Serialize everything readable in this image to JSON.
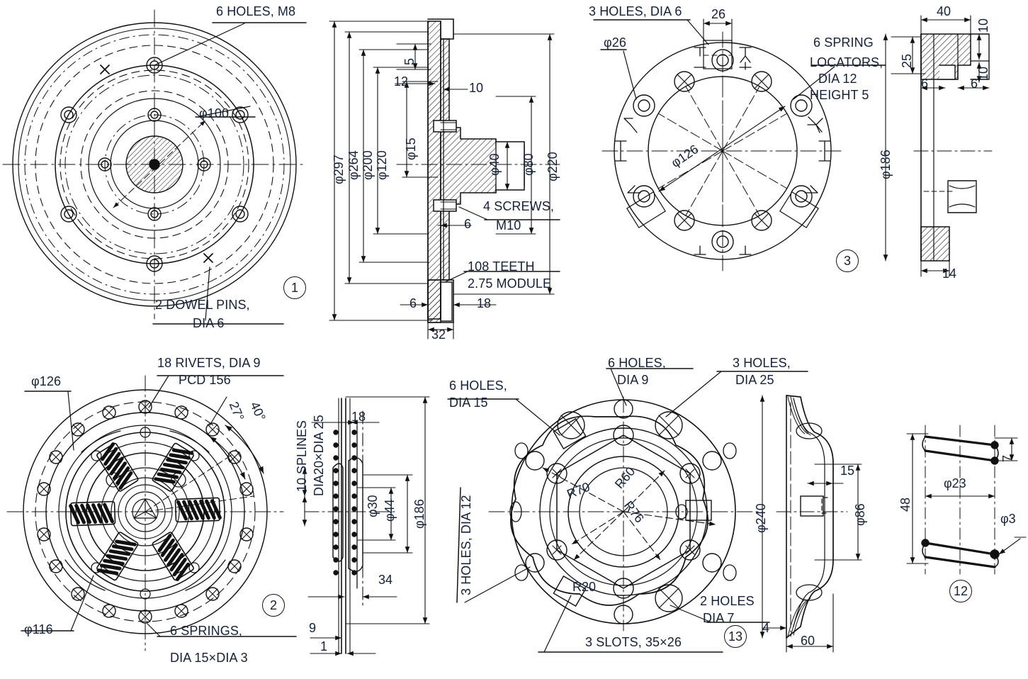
{
  "drawing": {
    "title": "Clutch assembly component detail drawing",
    "sheet_width": 1451,
    "sheet_height": 958,
    "line_color": "#111111",
    "text_color": "#14213a"
  },
  "views": [
    {
      "id": "1",
      "tag": "1",
      "name": "flywheel-front-view",
      "labels": [
        {
          "key": "holes_m8",
          "text": "6 HOLES, M8"
        },
        {
          "key": "dia100",
          "text": "φ100"
        },
        {
          "key": "dowel_l1",
          "text": "2 DOWEL PINS,"
        },
        {
          "key": "dowel_l2",
          "text": "DIA 6"
        }
      ]
    },
    {
      "id": "1s",
      "tag": "",
      "name": "flywheel-section-view",
      "labels": [
        {
          "key": "d297",
          "text": "φ297"
        },
        {
          "key": "d264",
          "text": "φ264"
        },
        {
          "key": "d200",
          "text": "φ200"
        },
        {
          "key": "d120",
          "text": "φ120"
        },
        {
          "key": "d15",
          "text": "φ15"
        },
        {
          "key": "d40",
          "text": "φ40"
        },
        {
          "key": "d80",
          "text": "φ80"
        },
        {
          "key": "d220",
          "text": "φ220"
        },
        {
          "key": "n5",
          "text": "5"
        },
        {
          "key": "n12",
          "text": "12"
        },
        {
          "key": "n10",
          "text": "10"
        },
        {
          "key": "n6a",
          "text": "6"
        },
        {
          "key": "n6b",
          "text": "6"
        },
        {
          "key": "n18",
          "text": "18"
        },
        {
          "key": "n32",
          "text": "32"
        },
        {
          "key": "screws1",
          "text": "4 SCREWS,"
        },
        {
          "key": "screws2",
          "text": "M10"
        },
        {
          "key": "teeth1",
          "text": "108 TEETH"
        },
        {
          "key": "teeth2",
          "text": "2.75 MODULE"
        }
      ]
    },
    {
      "id": "3",
      "tag": "3",
      "name": "pressure-plate-cover-front-view",
      "labels": [
        {
          "key": "holes6",
          "text": "3 HOLES, DIA 6"
        },
        {
          "key": "d26",
          "text": "φ26"
        },
        {
          "key": "n26",
          "text": "26"
        },
        {
          "key": "d126",
          "text": "φ126"
        },
        {
          "key": "loc1",
          "text": "6 SPRING"
        },
        {
          "key": "loc2",
          "text": "LOCATORS,"
        },
        {
          "key": "loc3",
          "text": "DIA 12"
        },
        {
          "key": "loc4",
          "text": "HEIGHT 5"
        }
      ]
    },
    {
      "id": "3s",
      "tag": "",
      "name": "pressure-plate-cover-section-view",
      "labels": [
        {
          "key": "n40",
          "text": "40"
        },
        {
          "key": "n10a",
          "text": "10"
        },
        {
          "key": "n10b",
          "text": "10"
        },
        {
          "key": "n25",
          "text": "25"
        },
        {
          "key": "n6a",
          "text": "6"
        },
        {
          "key": "n6b",
          "text": "6"
        },
        {
          "key": "d186",
          "text": "φ186"
        },
        {
          "key": "n14",
          "text": "14"
        }
      ]
    },
    {
      "id": "2",
      "tag": "2",
      "name": "clutch-driven-plate-front-view",
      "labels": [
        {
          "key": "rivets1",
          "text": "18 RIVETS, DIA 9"
        },
        {
          "key": "rivets2",
          "text": "PCD 156"
        },
        {
          "key": "d126",
          "text": "φ126"
        },
        {
          "key": "d116",
          "text": "φ116"
        },
        {
          "key": "a27",
          "text": "27°"
        },
        {
          "key": "a40",
          "text": "40°"
        },
        {
          "key": "spr1",
          "text": "6 SPRINGS,"
        },
        {
          "key": "spr2",
          "text": "DIA 15×DIA 3"
        }
      ]
    },
    {
      "id": "2s",
      "tag": "",
      "name": "clutch-driven-plate-section-view",
      "labels": [
        {
          "key": "splines",
          "text": "10 SPLINES"
        },
        {
          "key": "dia2025",
          "text": "DIA20×DIA 25"
        },
        {
          "key": "n18",
          "text": "18"
        },
        {
          "key": "d30",
          "text": "φ30"
        },
        {
          "key": "d44",
          "text": "φ44"
        },
        {
          "key": "d186",
          "text": "φ186"
        },
        {
          "key": "n34",
          "text": "34"
        },
        {
          "key": "n9",
          "text": "9"
        },
        {
          "key": "n1",
          "text": "1"
        }
      ]
    },
    {
      "id": "13",
      "tag": "13",
      "name": "clutch-cover-front-view",
      "labels": [
        {
          "key": "h15a",
          "text": "6 HOLES,"
        },
        {
          "key": "h15b",
          "text": "DIA 15"
        },
        {
          "key": "h9a",
          "text": "6 HOLES,"
        },
        {
          "key": "h9b",
          "text": "DIA 9"
        },
        {
          "key": "h25a",
          "text": "3 HOLES,"
        },
        {
          "key": "h25b",
          "text": "DIA 25"
        },
        {
          "key": "h12",
          "text": "3 HOLES, DIA 12"
        },
        {
          "key": "h7a",
          "text": "2 HOLES"
        },
        {
          "key": "h7b",
          "text": "DIA 7"
        },
        {
          "key": "slots",
          "text": "3 SLOTS, 35×26"
        },
        {
          "key": "r60",
          "text": "R60"
        },
        {
          "key": "r70",
          "text": "R70"
        },
        {
          "key": "r76",
          "text": "R76"
        },
        {
          "key": "r20",
          "text": "R20"
        }
      ]
    },
    {
      "id": "13s",
      "tag": "",
      "name": "clutch-cover-section-view",
      "labels": [
        {
          "key": "d240",
          "text": "φ240"
        },
        {
          "key": "n15",
          "text": "15"
        },
        {
          "key": "d86",
          "text": "φ86"
        },
        {
          "key": "n4",
          "text": "4"
        },
        {
          "key": "n60",
          "text": "60"
        }
      ]
    },
    {
      "id": "12",
      "tag": "12",
      "name": "coil-spring-view",
      "labels": [
        {
          "key": "n48",
          "text": "48"
        },
        {
          "key": "n7",
          "text": "7"
        },
        {
          "key": "d23",
          "text": "φ23"
        },
        {
          "key": "d3",
          "text": "φ3"
        }
      ]
    }
  ]
}
